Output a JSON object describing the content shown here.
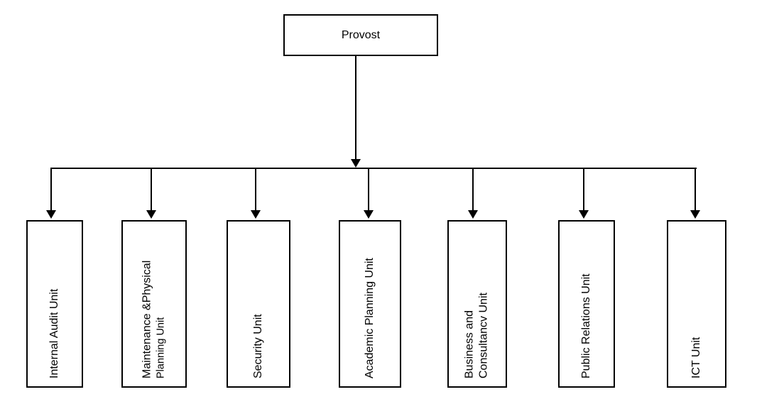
{
  "page": {
    "background": "#ffffff"
  },
  "chart": {
    "type": "org-chart",
    "root": {
      "label": "Provost"
    },
    "units": [
      {
        "lines": [
          "Internal Audit Unit"
        ]
      },
      {
        "lines": [
          "Maintenance &Physical",
          "Planning Unit"
        ]
      },
      {
        "lines": [
          "Security Unit"
        ]
      },
      {
        "lines": [
          "Academic Planning Unit"
        ]
      },
      {
        "lines": [
          "Business and",
          "Consultancv Unit"
        ]
      },
      {
        "lines": [
          "Public Relations Unit"
        ]
      },
      {
        "lines": [
          "ICT Unit"
        ]
      }
    ],
    "colors": {
      "line": "#000000",
      "text": "#000000",
      "box_fill": "#ffffff"
    }
  }
}
